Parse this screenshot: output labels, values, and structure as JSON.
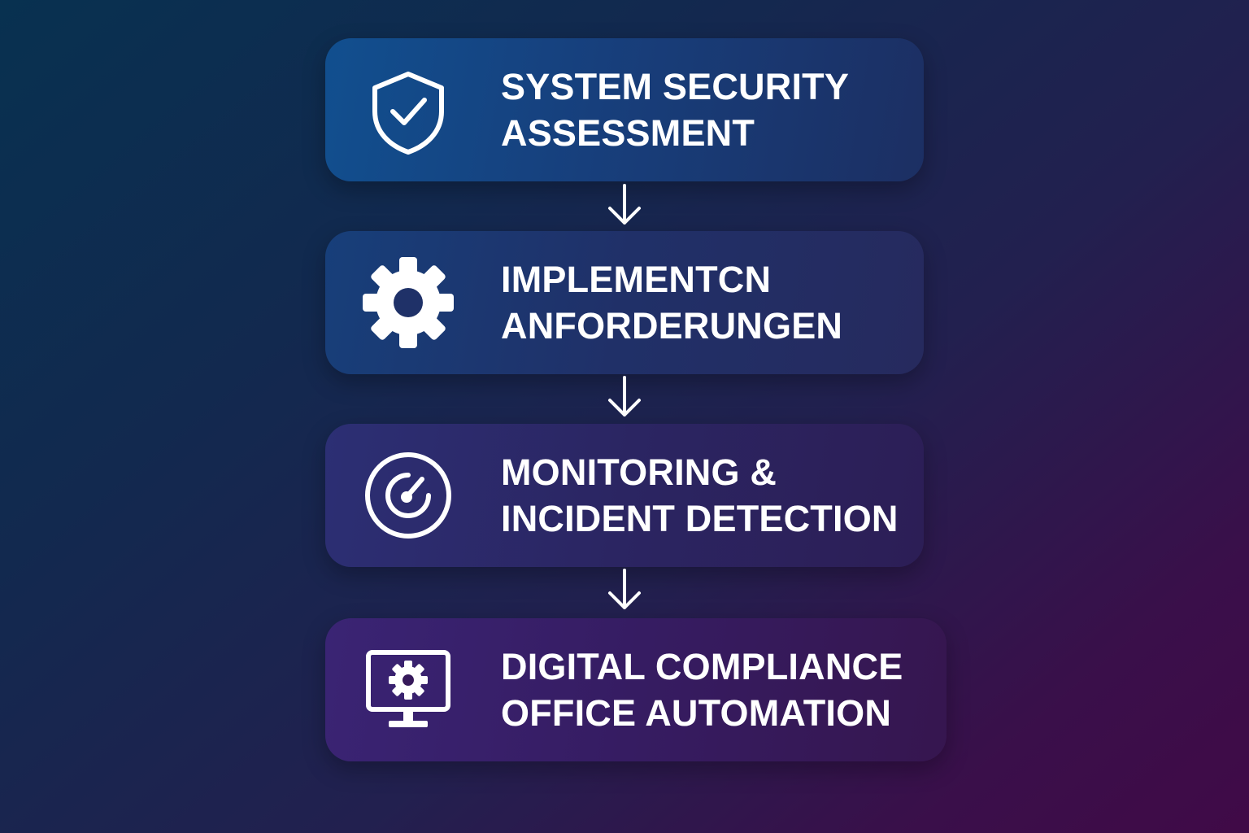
{
  "steps": [
    {
      "icon": "shield-check-icon",
      "line1": "SYSTEM SECURITY",
      "line2": "ASSESSMENT"
    },
    {
      "icon": "gear-icon",
      "line1": "IMPLEMENTCN",
      "line2": "ANFORDERUNGEN"
    },
    {
      "icon": "radar-gauge-icon",
      "line1": "MONITORING &",
      "line2": "INCIDENT DETECTION"
    },
    {
      "icon": "monitor-gear-icon",
      "line1": "DIGITAL COMPLIANCE",
      "line2": "OFFICE AUTOMATION"
    }
  ],
  "arrows": [
    {
      "icon": "arrow-down-icon"
    },
    {
      "icon": "arrow-down-icon"
    },
    {
      "icon": "arrow-down-icon"
    }
  ],
  "colors": {
    "text": "#ffffff",
    "icon": "#ffffff",
    "background_start": "#083150",
    "background_end": "#400a47"
  }
}
